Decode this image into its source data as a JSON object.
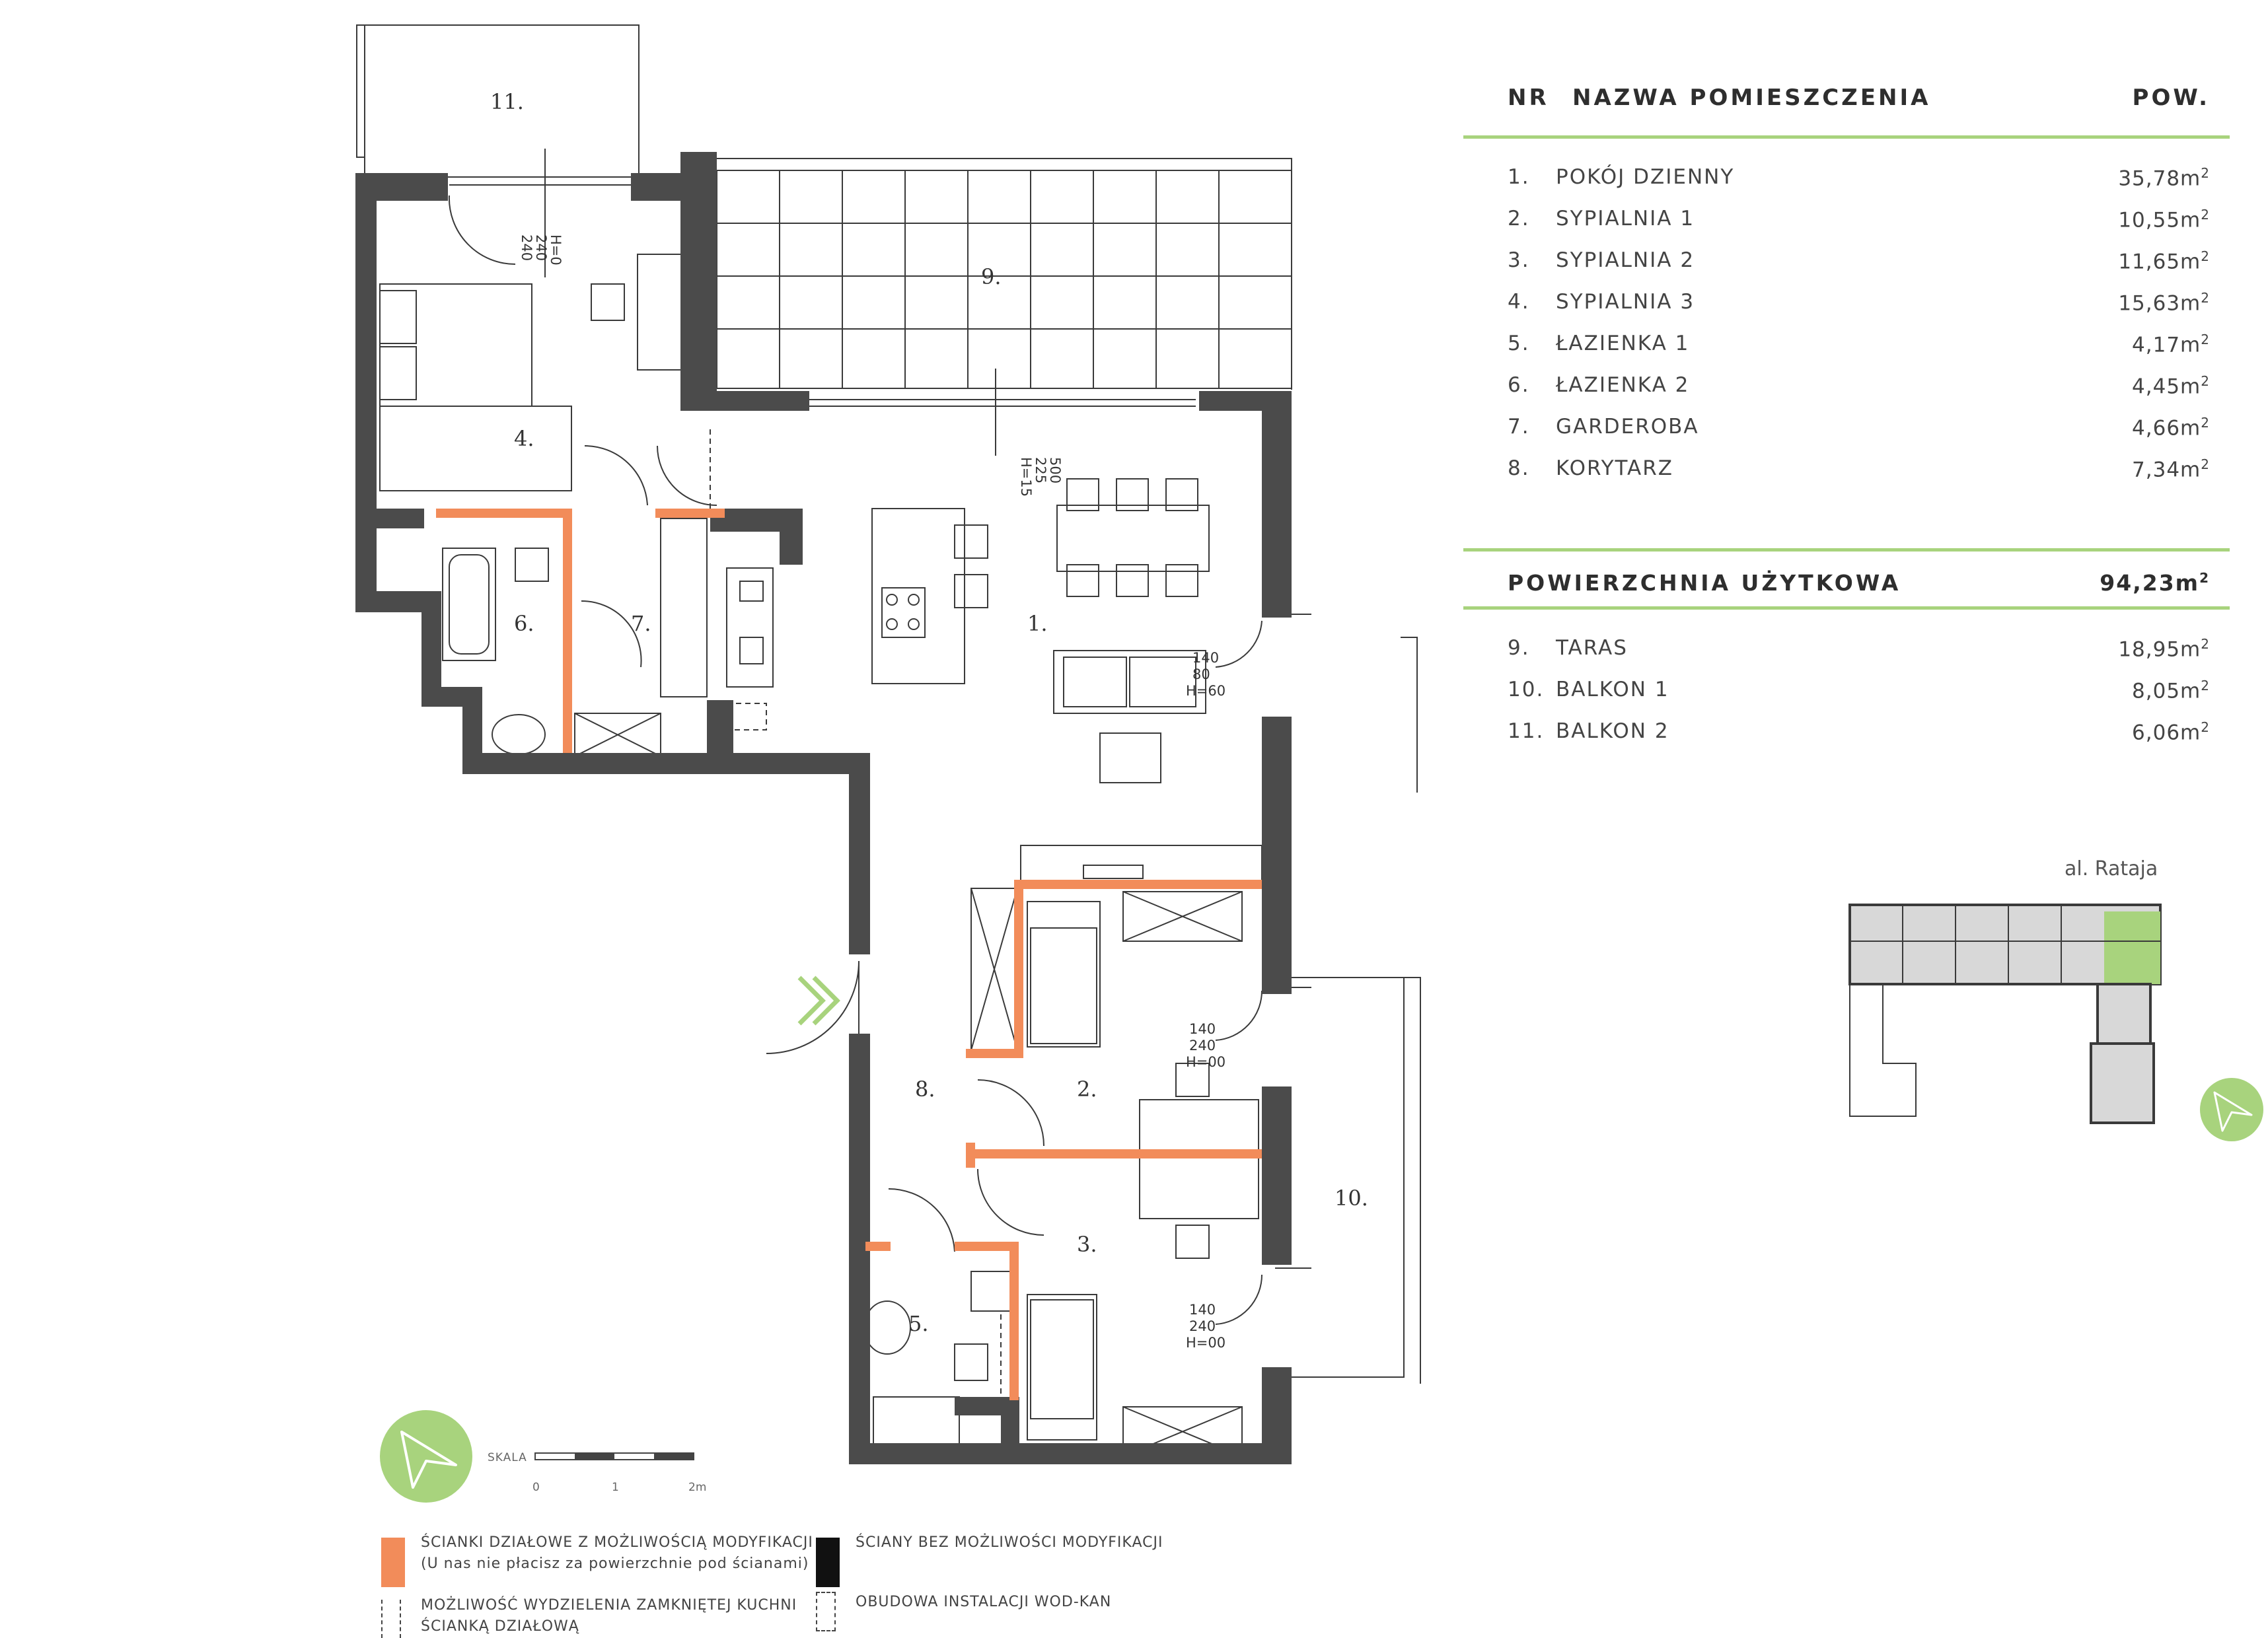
{
  "table": {
    "header": {
      "nr": "NR",
      "name": "NAZWA POMIESZCZENIA",
      "area": "POW."
    },
    "rooms": [
      {
        "nr": "1.",
        "name": "POKÓJ DZIENNY",
        "area": "35,78m"
      },
      {
        "nr": "2.",
        "name": "SYPIALNIA 1",
        "area": "10,55m"
      },
      {
        "nr": "3.",
        "name": "SYPIALNIA 2",
        "area": "11,65m"
      },
      {
        "nr": "4.",
        "name": "SYPIALNIA 3",
        "area": "15,63m"
      },
      {
        "nr": "5.",
        "name": "ŁAZIENKA 1",
        "area": "4,17m"
      },
      {
        "nr": "6.",
        "name": "ŁAZIENKA 2",
        "area": "4,45m"
      },
      {
        "nr": "7.",
        "name": "GARDEROBA",
        "area": "4,66m"
      },
      {
        "nr": "8.",
        "name": "KORYTARZ",
        "area": "7,34m"
      }
    ],
    "total": {
      "label": "POWIERZCHNIA UŻYTKOWA",
      "value": "94,23m"
    },
    "outdoor": [
      {
        "nr": "9.",
        "name": "TARAS",
        "area": "18,95m"
      },
      {
        "nr": "10.",
        "name": "BALKON 1",
        "area": "8,05m"
      },
      {
        "nr": "11.",
        "name": "BALKON 2",
        "area": "6,06m"
      }
    ],
    "unit_sup": "2"
  },
  "plan": {
    "labels": {
      "r1": "1.",
      "r2": "2.",
      "r3": "3.",
      "r4": "4.",
      "r5": "5.",
      "r6": "6.",
      "r7": "7.",
      "r8": "8.",
      "r9": "9.",
      "r10": "10.",
      "r11": "11."
    },
    "windows": {
      "w_top": [
        "240",
        "240",
        "H=0"
      ],
      "w_terrace": [
        "500",
        "225",
        "H=15"
      ],
      "w_living": [
        "140",
        "80",
        "H=60"
      ],
      "w_bed1": [
        "140",
        "240",
        "H=00"
      ],
      "w_bed2": [
        "140",
        "240",
        "H=00"
      ]
    }
  },
  "locator": {
    "street": "al. Rataja"
  },
  "scale": {
    "title": "SKALA",
    "marks": [
      "0",
      "1",
      "2m"
    ]
  },
  "legend": {
    "orange_line1": "ŚCIANKI DZIAŁOWE Z MOŻLIWOŚCIĄ MODYFIKACJI",
    "orange_line2": "(U nas nie płacisz za powierzchnie pod ścianami)",
    "black": "ŚCIANY BEZ MOŻLIWOŚCI MODYFIKACJI",
    "kitchen_line1": "MOŻLIWOŚĆ WYDZIELENIA ZAMKNIĘTEJ KUCHNI",
    "kitchen_line2": "ŚCIANKĄ DZIAŁOWĄ",
    "wodkan": "OBUDOWA INSTALACJI WOD-KAN"
  },
  "colors": {
    "wall": "#4b4b4b",
    "partition": "#f28c5a",
    "accent": "#a8d37d",
    "line": "#3a3a3a"
  }
}
